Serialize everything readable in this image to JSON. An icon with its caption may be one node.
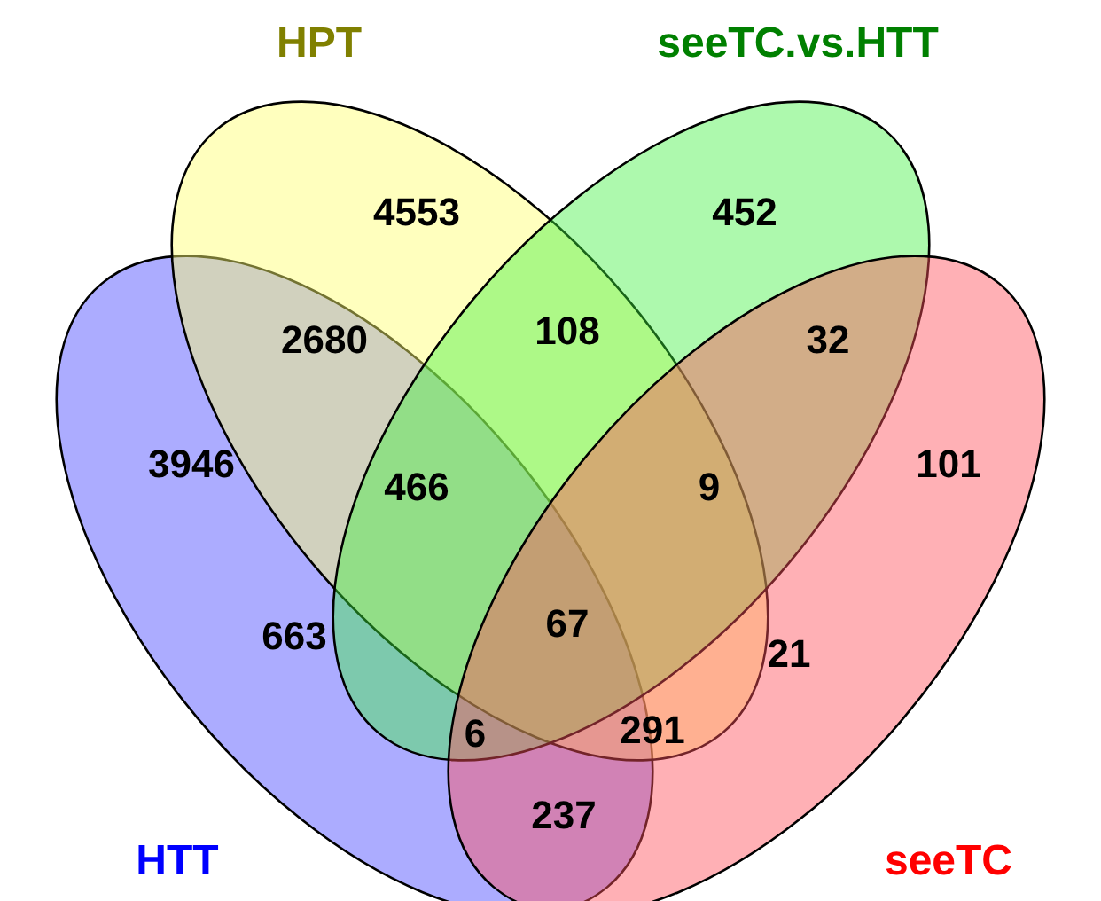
{
  "diagram": {
    "nodes": [
      {
        "text": [
          "HTT"
        ]
      },
      {
        "text": [
          "HPT"
        ]
      },
      {
        "text": [
          "seeTC.vs.HTT"
        ]
      },
      {
        "text": [
          "seeTC"
        ]
      }
    ],
    "labels": [
      "4553",
      "452",
      "2680",
      "108",
      "32",
      "3946",
      "466",
      "9",
      "101",
      "67",
      "663",
      "21",
      "6",
      "291",
      "237"
    ]
  }
}
